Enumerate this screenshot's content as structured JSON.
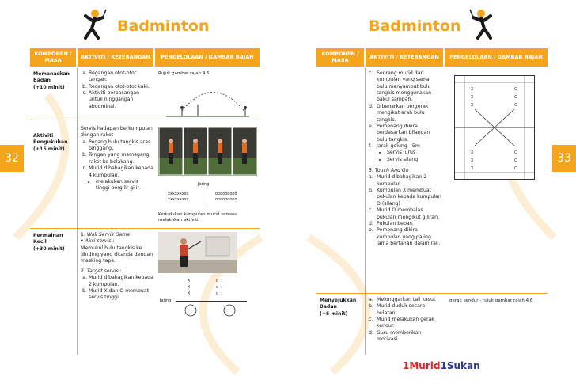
{
  "left": {
    "title": "Badminton",
    "page_number": "32",
    "headers": [
      "KOMPONEN / MASA",
      "AKTIVITI / KETERANGAN",
      "PENGELOLAAN / GAMBAR RAJAH"
    ],
    "rows": [
      {
        "component": "Memanaskan Badan",
        "duration": "(+10 minit)",
        "items": [
          "Regangan otot-otot tangan.",
          "Regangan otot-otot kaki.",
          "Aktiviti berpasangan untuk ninggangan abdominal."
        ],
        "diagram_label": "Rujuk gambar rajah 4.5"
      },
      {
        "component": "Aktiviti Pengukuhan",
        "duration": "(+15 minit)",
        "intro": "Servis hadapan berkumpulan dengan raket",
        "items": [
          "Pegang bulu tangkis aras pinggang.",
          "Tangan yang memegang raket ke belakang.",
          "Murid dibahagikan kepada 4 kumpulan."
        ],
        "subitem": "melakukan servis tinggi bergilir-gilir.",
        "net_label": "Jaring",
        "team_x": "xxxxxxxxx",
        "team_o": "ooooooooo",
        "caption": "Kedudukan kumpulan murid semasa melakukan aktiviti."
      },
      {
        "component": "Permainan Kecil",
        "duration": "(+30 minit)",
        "game1": "Wall Servis Game",
        "game1_sub": "Aksi servis :",
        "game1_text": "Memukul bulu tangkis ke dinding yang ditanda dengan masking tape.",
        "game2": "Target servis :",
        "items": [
          "Murid dibahagikan kepada 2 kumpulan.",
          "Murid X dan O membuat servis tinggi."
        ],
        "net_label": "Jaring",
        "x_mark": "X",
        "o_mark": "o"
      }
    ]
  },
  "right": {
    "title": "Badminton",
    "page_number": "33",
    "headers": [
      "KOMPONEN / MASA",
      "AKTIVITI / KETERANGAN",
      "PENGELOLAAN / GAMBAR RAJAH"
    ],
    "items_c_f": [
      {
        "letter": "c.",
        "text": "Seorang murid dari kumpulan yang sama bulu menyambut bulu tangkis menggunakan bakul sampah."
      },
      {
        "letter": "d.",
        "text": "Dibenarkan bergerak mengikut arah bulu tangkis."
      },
      {
        "letter": "e.",
        "text": "Pemenang dikira berdasarkan bilangan bulu tangkis."
      },
      {
        "letter": "f.",
        "text": "Jarak gelung - 5m"
      }
    ],
    "serve_types": [
      "Servis lurus",
      "Servis silang"
    ],
    "touch_title": "3. Touch And Go",
    "touch_items": [
      {
        "letter": "a.",
        "text": "Murid dibahagikan 2 kumpulan"
      },
      {
        "letter": "b.",
        "text": "Kumpulan X membuat pukulan kepada kumpulan O (silang)"
      },
      {
        "letter": "c.",
        "text": "Murid O membalas pukulan mengikut giliran."
      },
      {
        "letter": "d.",
        "text": "Pukulan bebas."
      },
      {
        "letter": "e.",
        "text": "Pemenang dikira kumpulan yang paling lama bertahan dalam rali."
      }
    ],
    "cooldown": {
      "component": "Menyejukkan Badan",
      "duration": "(+5 minit)",
      "items": [
        {
          "letter": "a.",
          "text": "Melonggarkan tali kasut"
        },
        {
          "letter": "b.",
          "text": "Murid duduk secara bulatan."
        },
        {
          "letter": "c.",
          "text": "Murid melakukan gerak kendur."
        },
        {
          "letter": "d.",
          "text": "Guru memberikan motivasi."
        }
      ],
      "diagram_label": "gerak kendur - rujuk gambar rajah 4.6"
    },
    "court_x": "X",
    "court_o": "O",
    "logo_a": "1Murid",
    "logo_b": "1Sukan"
  },
  "colors": {
    "accent": "#f4a51c",
    "logo_red": "#d6252a",
    "logo_blue": "#2b3990"
  }
}
